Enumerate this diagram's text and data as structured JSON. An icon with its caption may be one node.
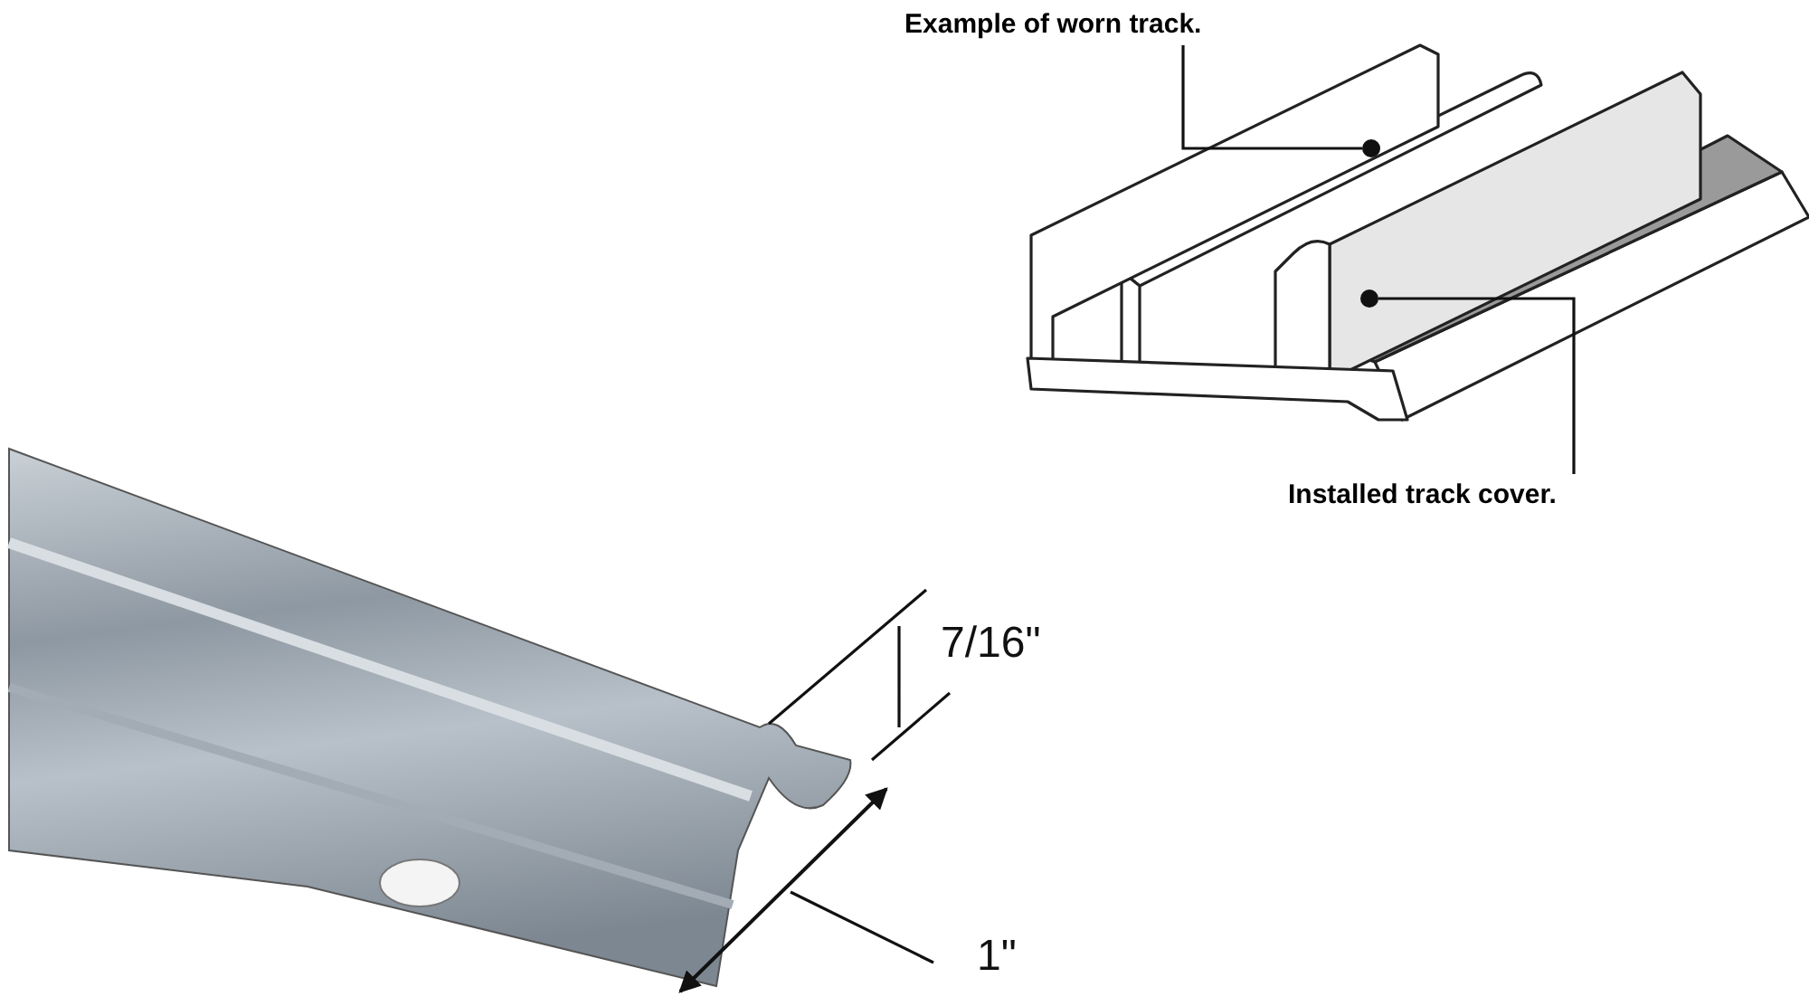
{
  "diagram": {
    "nodes": [
      {
        "text": [
          "Example of worn track."
        ]
      },
      {
        "text": [],
        "shape": "circle"
      },
      {
        "text": [
          "Installed track cover."
        ]
      },
      {
        "text": [],
        "shape": "circle"
      }
    ],
    "edges": [
      {
        "from": 0,
        "to": 1,
        "arrow": "none"
      },
      {
        "from": 2,
        "to": 3,
        "arrow": "none"
      }
    ],
    "labels": [
      "7/16\"",
      "1\""
    ]
  }
}
